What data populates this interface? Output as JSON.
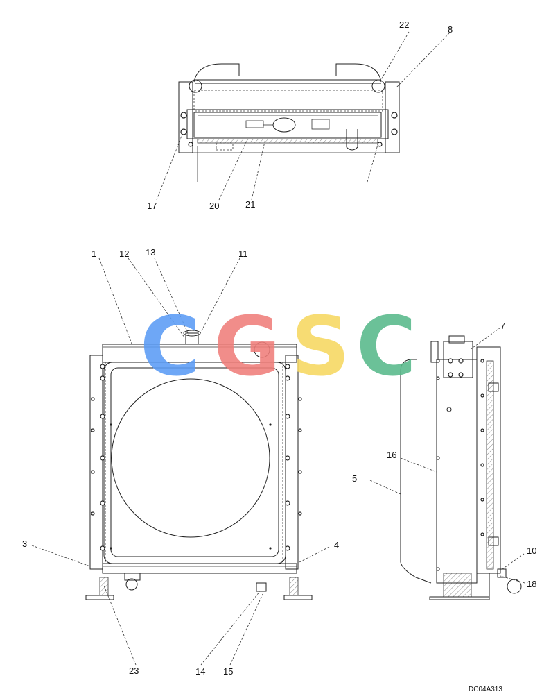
{
  "diagram": {
    "code_label": "DC04A313",
    "watermark": {
      "letters": [
        "C",
        "G",
        "S",
        "C"
      ],
      "colors": [
        "#5b9cf5",
        "#f07e7a",
        "#f6d860",
        "#57b98a"
      ]
    },
    "callouts": [
      "1",
      "3",
      "4",
      "5",
      "7",
      "8",
      "10",
      "11",
      "12",
      "13",
      "14",
      "15",
      "16",
      "17",
      "18",
      "20",
      "21",
      "22",
      "23"
    ]
  }
}
